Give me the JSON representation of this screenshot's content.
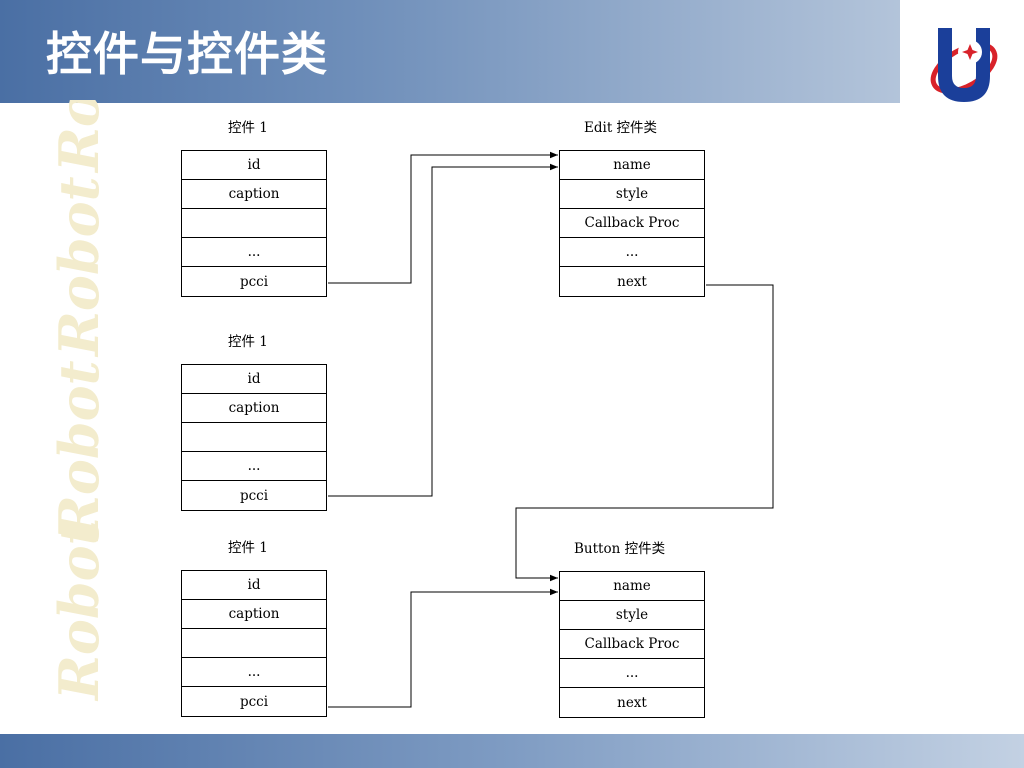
{
  "slide": {
    "title": "控件与控件类",
    "watermark_word": "Robot"
  },
  "diagram": {
    "controls": [
      {
        "label": "控件 1",
        "fields": [
          "id",
          "caption",
          "",
          "...",
          "pcci"
        ]
      },
      {
        "label": "控件 1",
        "fields": [
          "id",
          "caption",
          "",
          "...",
          "pcci"
        ]
      },
      {
        "label": "控件 1",
        "fields": [
          "id",
          "caption",
          "",
          "...",
          "pcci"
        ]
      }
    ],
    "classes": [
      {
        "label": "Edit  控件类",
        "fields": [
          "name",
          "style",
          "Callback Proc",
          "...",
          "next"
        ]
      },
      {
        "label": "Button  控件类",
        "fields": [
          "name",
          "style",
          "Callback Proc",
          "...",
          "next"
        ]
      }
    ]
  },
  "colors": {
    "header_start": "#4a6fa4",
    "header_end": "#b3c4da",
    "logo_blue": "#1b3f9a",
    "logo_red": "#d8222a",
    "watermark": "#f3eccd"
  }
}
